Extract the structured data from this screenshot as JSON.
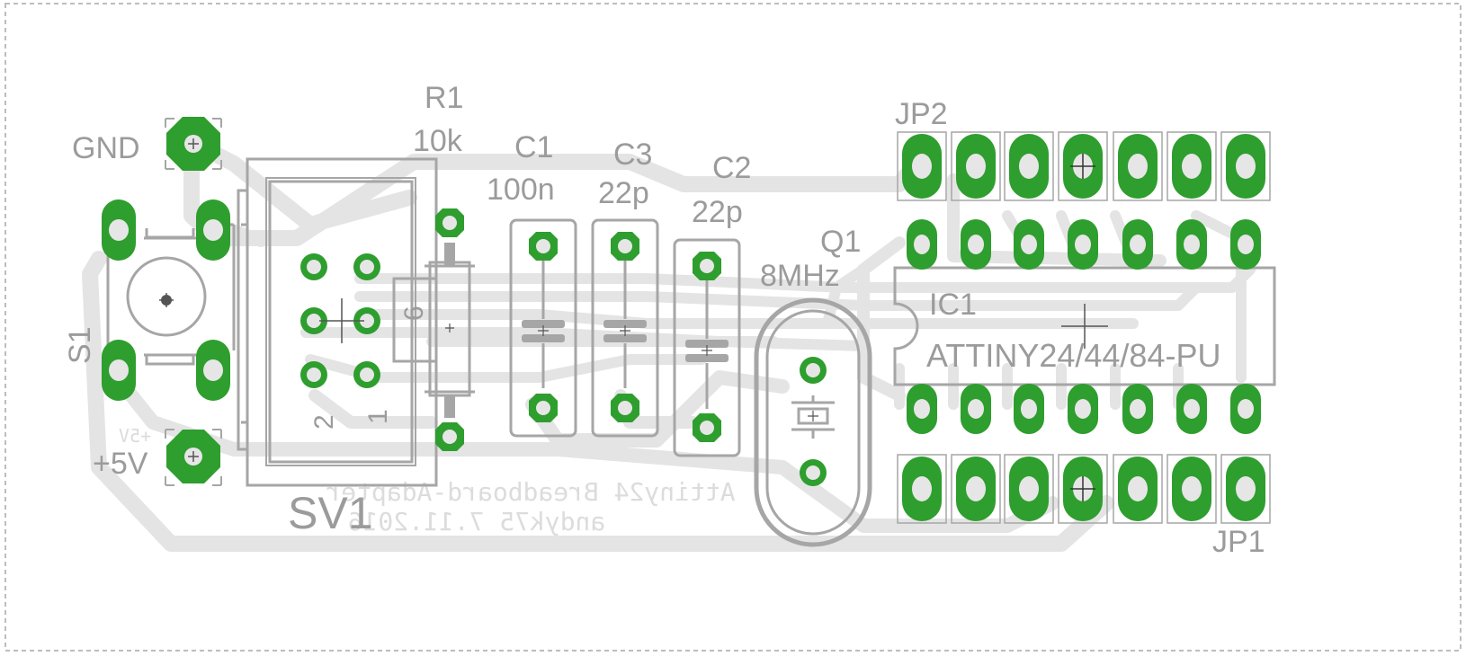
{
  "colors": {
    "background": "#ffffff",
    "outline": "#a6a6a6",
    "trace_bottom": "#e4e4e4",
    "pad_green": "#2e9e2e",
    "pad_hole": "#e6e6e6",
    "label_text": "#9b9b9b",
    "mirrored_text": "#dcdcdc",
    "board_edge": "#bdbdbd"
  },
  "labels": {
    "gnd": "GND",
    "plus5v": "+5V",
    "plus5v_small": "+5V",
    "s1": "S1",
    "sv1": "SV1",
    "sv1_pin_6": "6",
    "sv1_pin_2": "2",
    "sv1_pin_1": "1",
    "r1_name": "R1",
    "r1_value": "10k",
    "c1_name": "C1",
    "c1_value": "100n",
    "c3_name": "C3",
    "c3_value": "22p",
    "c2_name": "C2",
    "c2_value": "22p",
    "q1_name": "Q1",
    "q1_value": "8MHz",
    "ic1_name": "IC1",
    "ic1_value": "ATTINY24/44/84-PU",
    "jp1": "JP1",
    "jp2": "JP2",
    "mirrored_line1": "Attiny24 Breadboard-Adapter",
    "mirrored_line2": "andyk75     7.11.2016"
  },
  "icons": [
    "pcb-layout",
    "tactile-switch",
    "box-header-connector",
    "resistor",
    "ceramic-capacitor",
    "crystal-oscillator",
    "dip-ic",
    "pin-header"
  ]
}
